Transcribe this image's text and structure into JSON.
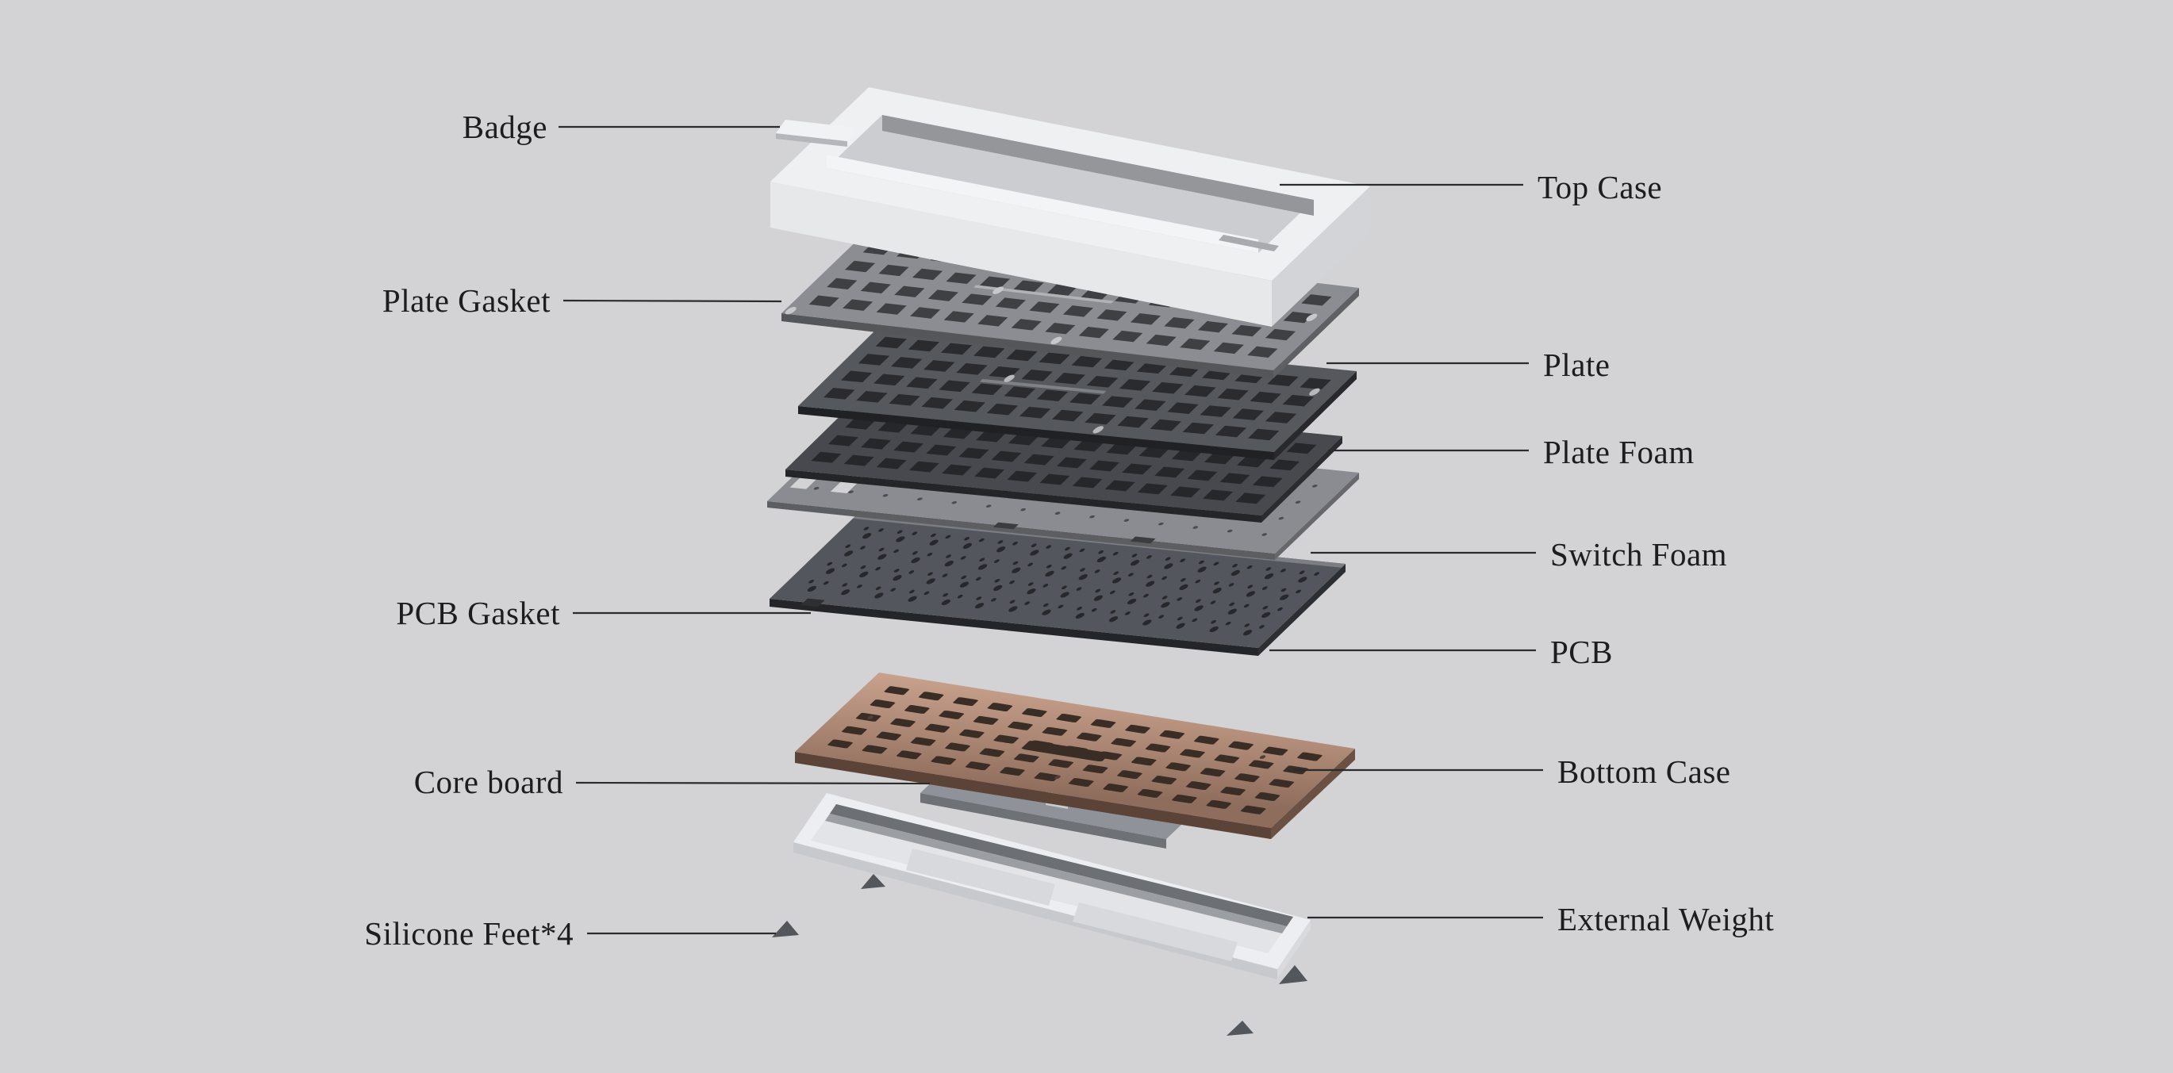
{
  "page": {
    "background_color": "#d3d3d5"
  },
  "diagram": {
    "subject": "Exploded view of a custom mechanical keyboard kit",
    "label_color": "#1d1d1f",
    "leader_line_color": "#2b2b2d",
    "labels_left": [
      {
        "text": "Badge"
      },
      {
        "text": "Plate Gasket"
      },
      {
        "text": "PCB Gasket"
      },
      {
        "text": "Core board"
      },
      {
        "text": "Silicone Feet*4"
      }
    ],
    "labels_right": [
      {
        "text": "Top Case"
      },
      {
        "text": "Plate"
      },
      {
        "text": "Plate Foam"
      },
      {
        "text": "Switch Foam"
      },
      {
        "text": "PCB"
      },
      {
        "text": "Bottom Case"
      },
      {
        "text": "External Weight"
      }
    ],
    "colors": {
      "top_case": "#eef0f2",
      "top_case_front_wall": "#e6e8ea",
      "top_case_right_wall": "#d2d4d7",
      "top_case_inner": "#cbcdd1",
      "badge": "#f1f2f4",
      "plate_gasket": "#8b8d92",
      "plate": "#55585d",
      "plate_foam": "#47494e",
      "switch_foam": "#8a8c91",
      "pcb": "#53565c",
      "bottom_case_copper_light": "#c9a28d",
      "bottom_case_copper_dark": "#8f6d5c",
      "core_board": "#8f9298",
      "external_weight": "#edeef1",
      "silicone_feet": "#53565b"
    }
  }
}
